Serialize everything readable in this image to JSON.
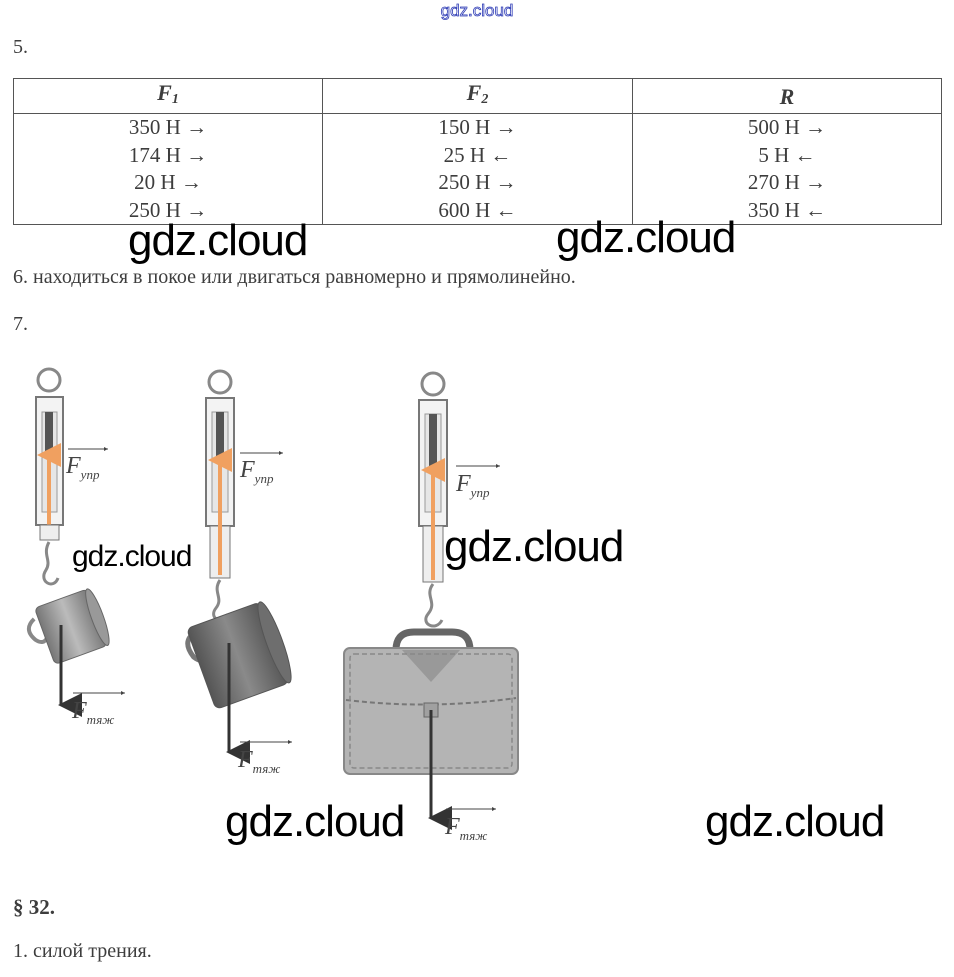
{
  "header": {
    "watermark": "gdz.cloud"
  },
  "task5": {
    "number": "5.",
    "table": {
      "headers": [
        {
          "base": "F",
          "sub": "1"
        },
        {
          "base": "F",
          "sub": "2"
        },
        {
          "base": "R",
          "sub": ""
        }
      ],
      "rows": [
        [
          "350 Н →",
          "150 Н →",
          "500 Н →"
        ],
        [
          "174 Н →",
          "25 Н ←",
          "5 Н ←"
        ],
        [
          "20 Н →",
          "250 Н →",
          "270 Н →"
        ],
        [
          "250 Н →",
          "600 Н ←",
          "350 Н ←"
        ]
      ]
    }
  },
  "watermarks": {
    "w1": "gdz.cloud",
    "w2": "gdz.cloud",
    "w3": "gdz.cloud",
    "w4": "gdz.cloud",
    "w5": "gdz.cloud",
    "w6": "gdz.cloud"
  },
  "task6": {
    "text": "6. находиться в покое или двигаться равномерно и прямолинейно."
  },
  "task7": {
    "number": "7.",
    "figure": {
      "elastic_label": {
        "base": "F",
        "sub": "упр"
      },
      "gravity_label": {
        "base": "F",
        "sub": "тяж"
      },
      "objects": [
        "small mug",
        "large mug",
        "briefcase"
      ]
    }
  },
  "section32": {
    "title": "§ 32.",
    "answer1": "1. силой трения."
  }
}
